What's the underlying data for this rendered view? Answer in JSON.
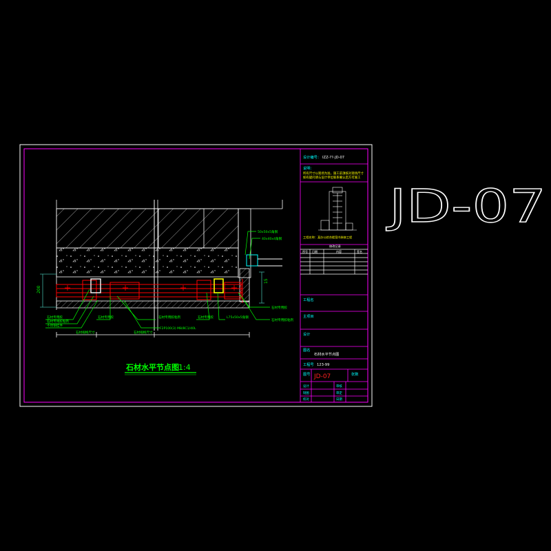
{
  "sheet_code_large": "JD-07",
  "drawing_title": "石材水平节点图",
  "drawing_scale": "1:4",
  "title_block": {
    "project_number_label": "设计编号：",
    "project_number": "IZZ-??-JD-07",
    "notes_label": "说明：",
    "note_line_1": "所有尺寸以现场为准，施工前须核对现场尺寸",
    "note_line_2": "如有疑问请与设计单位联系确认后方可施工",
    "building_caption": "工程名称：某办公综合楼室内装修工程",
    "revision_table_title": "修改记录",
    "revision_headers": [
      "序号",
      "日期",
      "内容",
      "签名"
    ],
    "client_label": "工程名",
    "owner_label": "主项目",
    "design_label": "设计",
    "drawing_name_label": "图名",
    "drawing_name": "石材水平节点图",
    "project_no_label": "工程号",
    "project_no_value": "123-99",
    "sheet_no_label": "图号",
    "sheet_no_value": "JD-07",
    "sheet_count_label": "张数",
    "sign_rows": [
      {
        "left": "设计",
        "right": "审核"
      },
      {
        "left": "制图",
        "right": "审定"
      },
      {
        "left": "校对",
        "right": "日期"
      }
    ]
  },
  "annotations": {
    "left_1": "石材专用胶",
    "left_2": "石材专用胶粘剂",
    "left_3": "不锈钢挂件",
    "left_dim_1": "石材规格尺寸",
    "mid_1": "石材专用胶",
    "mid_2": "石材专用胶粘剂",
    "mid_dim": "石材规格尺寸",
    "mid_code": "F2P100(3) M8/8C1/40L",
    "right_1": "石材专用胶",
    "right_2": "L75x50x5角钢",
    "right_3": "石材专用胶",
    "right_4": "石材专用胶粘剂",
    "top_1": "50x50x5角钢",
    "top_2": "40x40x4角钢",
    "dim_vertical": "200",
    "dim_right": "15"
  },
  "colors": {
    "frame_white": "#ffffff",
    "border_magenta": "#ff00ff",
    "line_green": "#00ff00",
    "text_cyan": "#00ffff",
    "stone_red": "#ff0000",
    "text_yellow": "#ffff00",
    "hatch_grey": "#c8c8c8",
    "dim_teal": "#3fb0a0",
    "sheet_red": "#ff2020"
  }
}
